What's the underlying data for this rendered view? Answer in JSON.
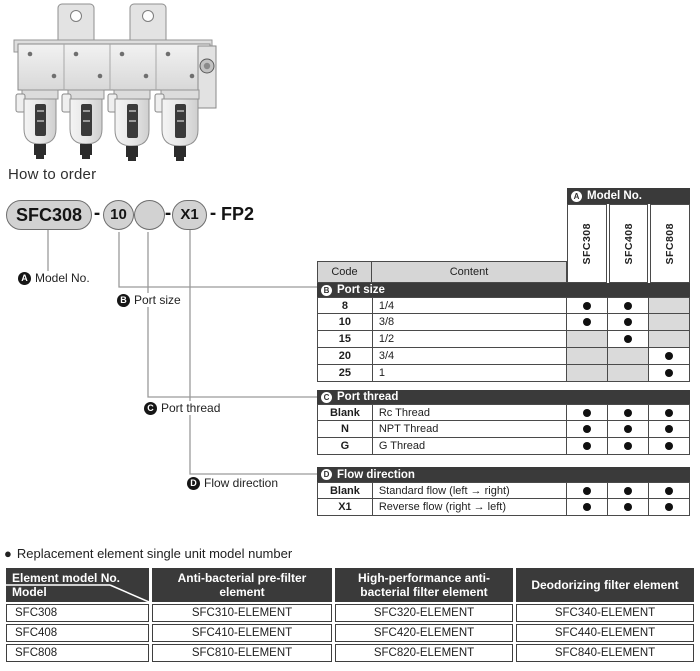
{
  "page": {
    "how_to_order": "How to order",
    "colors": {
      "dark_bar": "#3a3a3a",
      "header_gray": "#d6d6d6",
      "shaded_cell": "#dadada",
      "dot": "#101010",
      "connector": "#9a9a9a"
    }
  },
  "order_code": {
    "model": "SFC308",
    "separator": "-",
    "port_size": "10",
    "port_thread": "",
    "flow_direction": "X1",
    "suffix": "FP2",
    "callouts": [
      {
        "key": "A",
        "label": "Model No."
      },
      {
        "key": "B",
        "label": "Port size"
      },
      {
        "key": "C",
        "label": "Port thread"
      },
      {
        "key": "D",
        "label": "Flow direction"
      }
    ]
  },
  "order_table": {
    "model_header": {
      "badge": "A",
      "label": "Model No."
    },
    "models": [
      "SFC308",
      "SFC408",
      "SFC808"
    ],
    "columns": {
      "code": "Code",
      "content": "Content"
    },
    "sections": [
      {
        "badge": "B",
        "label": "Port size",
        "rows": [
          {
            "code": "8",
            "content": "1/4",
            "avail": [
              true,
              true,
              false
            ]
          },
          {
            "code": "10",
            "content": "3/8",
            "avail": [
              true,
              true,
              false
            ]
          },
          {
            "code": "15",
            "content": "1/2",
            "avail": [
              false,
              true,
              false
            ]
          },
          {
            "code": "20",
            "content": "3/4",
            "avail": [
              false,
              false,
              true
            ]
          },
          {
            "code": "25",
            "content": "1",
            "avail": [
              false,
              false,
              true
            ]
          }
        ]
      },
      {
        "badge": "C",
        "label": "Port thread",
        "rows": [
          {
            "code": "Blank",
            "content": "Rc Thread",
            "avail": [
              true,
              true,
              true
            ]
          },
          {
            "code": "N",
            "content": "NPT Thread",
            "avail": [
              true,
              true,
              true
            ]
          },
          {
            "code": "G",
            "content": "G Thread",
            "avail": [
              true,
              true,
              true
            ]
          }
        ]
      },
      {
        "badge": "D",
        "label": "Flow direction",
        "rows": [
          {
            "code": "Blank",
            "content": "Standard flow (left → right)",
            "avail": [
              true,
              true,
              true
            ]
          },
          {
            "code": "X1",
            "content": "Reverse flow (right → left)",
            "avail": [
              true,
              true,
              true
            ]
          }
        ]
      }
    ]
  },
  "replacement": {
    "bullet": "●",
    "title": "Replacement element single unit model number",
    "header": {
      "corner_top": "Element model No.",
      "corner_bottom": "Model",
      "cols": [
        "Anti-bacterial pre-filter element",
        "High-performance anti-bacterial filter element",
        "Deodorizing filter element"
      ]
    },
    "rows": [
      {
        "model": "SFC308",
        "cells": [
          "SFC310-ELEMENT",
          "SFC320-ELEMENT",
          "SFC340-ELEMENT"
        ]
      },
      {
        "model": "SFC408",
        "cells": [
          "SFC410-ELEMENT",
          "SFC420-ELEMENT",
          "SFC440-ELEMENT"
        ]
      },
      {
        "model": "SFC808",
        "cells": [
          "SFC810-ELEMENT",
          "SFC820-ELEMENT",
          "SFC840-ELEMENT"
        ]
      }
    ]
  }
}
